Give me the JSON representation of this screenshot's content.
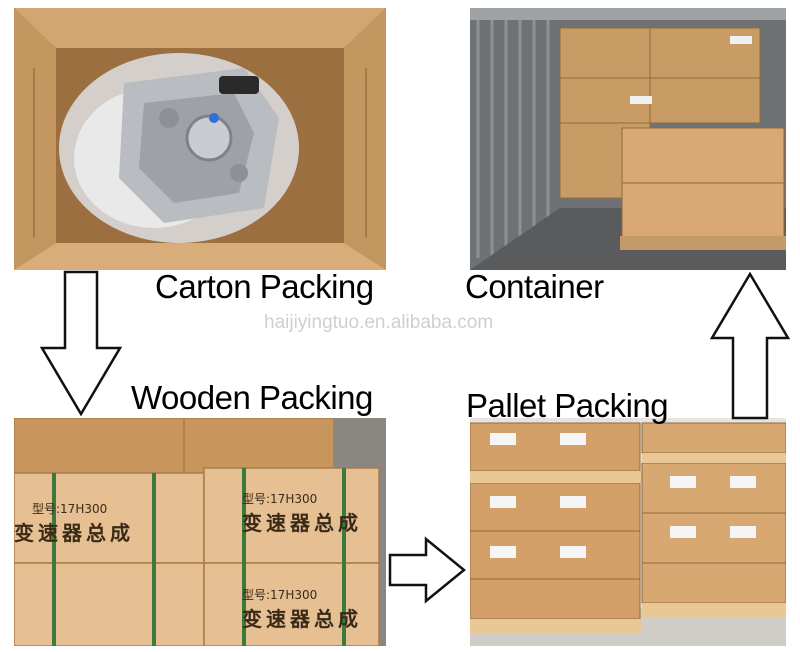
{
  "labels": {
    "carton": "Carton Packing",
    "container": "Container",
    "wooden": "Wooden Packing",
    "pallet": "Pallet Packing"
  },
  "watermark": "haijiyingtuo.en.alibaba.com",
  "crate_text": {
    "model_prefix": "型号:",
    "model_value": "17H300",
    "product_name": "变速器总成"
  },
  "colors": {
    "cardboard": "#c89a64",
    "cardboard_dark": "#a8794a",
    "wood": "#e2c29a",
    "container_wall": "#8a8a8a",
    "arrow_stroke": "#111111"
  }
}
